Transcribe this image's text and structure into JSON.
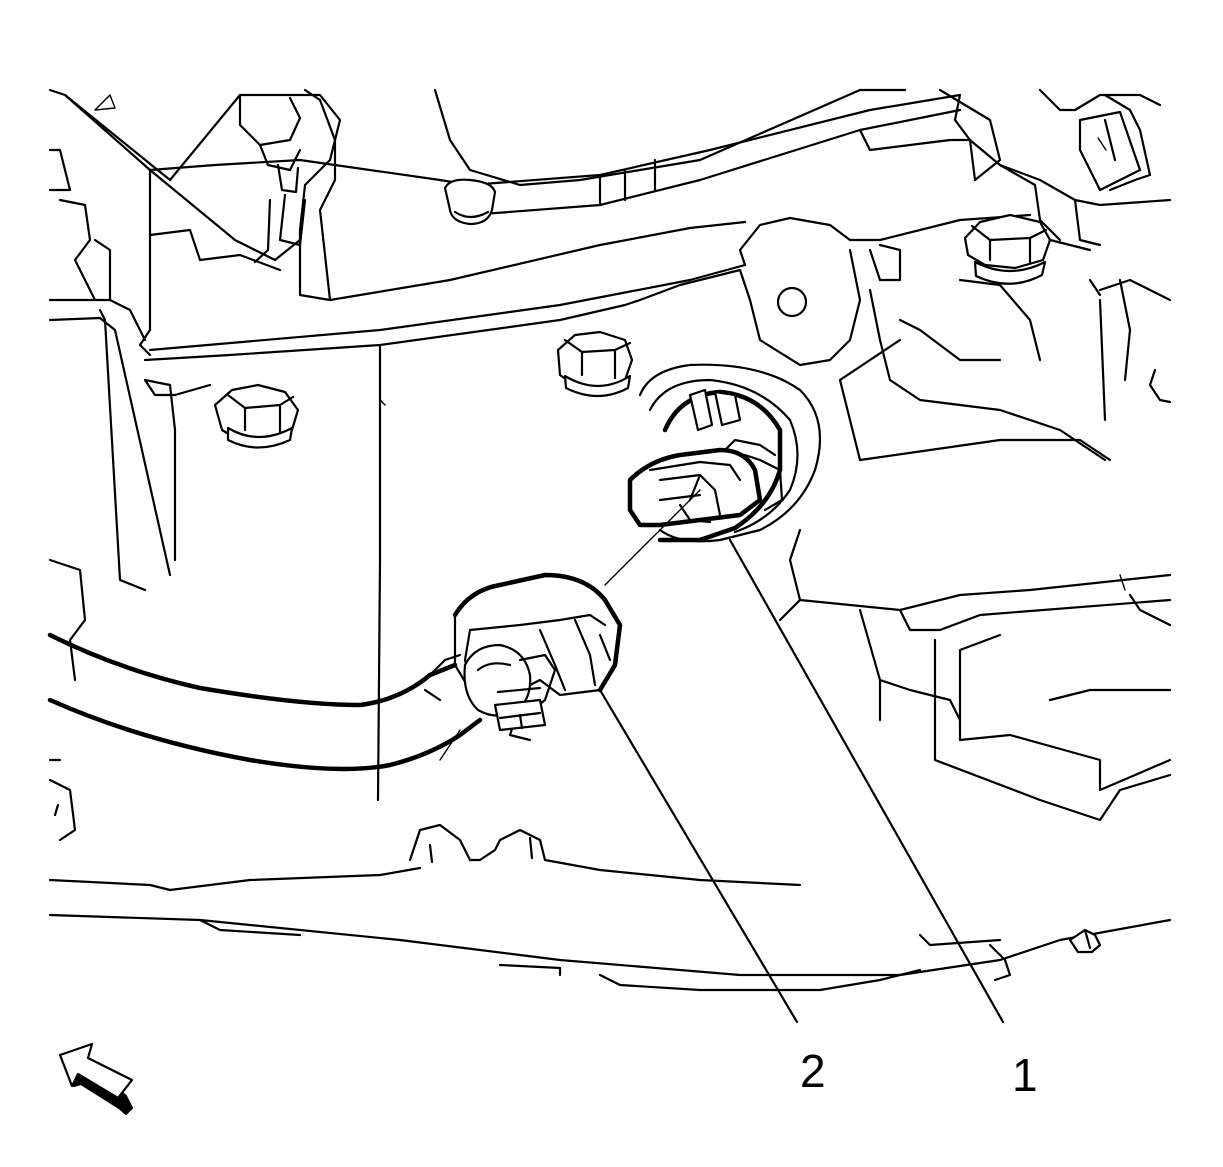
{
  "figure": {
    "callouts": [
      {
        "id": "1",
        "label": "1",
        "part": "sensor-connector-socket"
      },
      {
        "id": "2",
        "label": "2",
        "part": "harness-connector"
      }
    ],
    "orientation_arrow": {
      "icon": "front-arrow-icon"
    },
    "colors": {
      "line": "#000000",
      "background": "#ffffff"
    }
  }
}
